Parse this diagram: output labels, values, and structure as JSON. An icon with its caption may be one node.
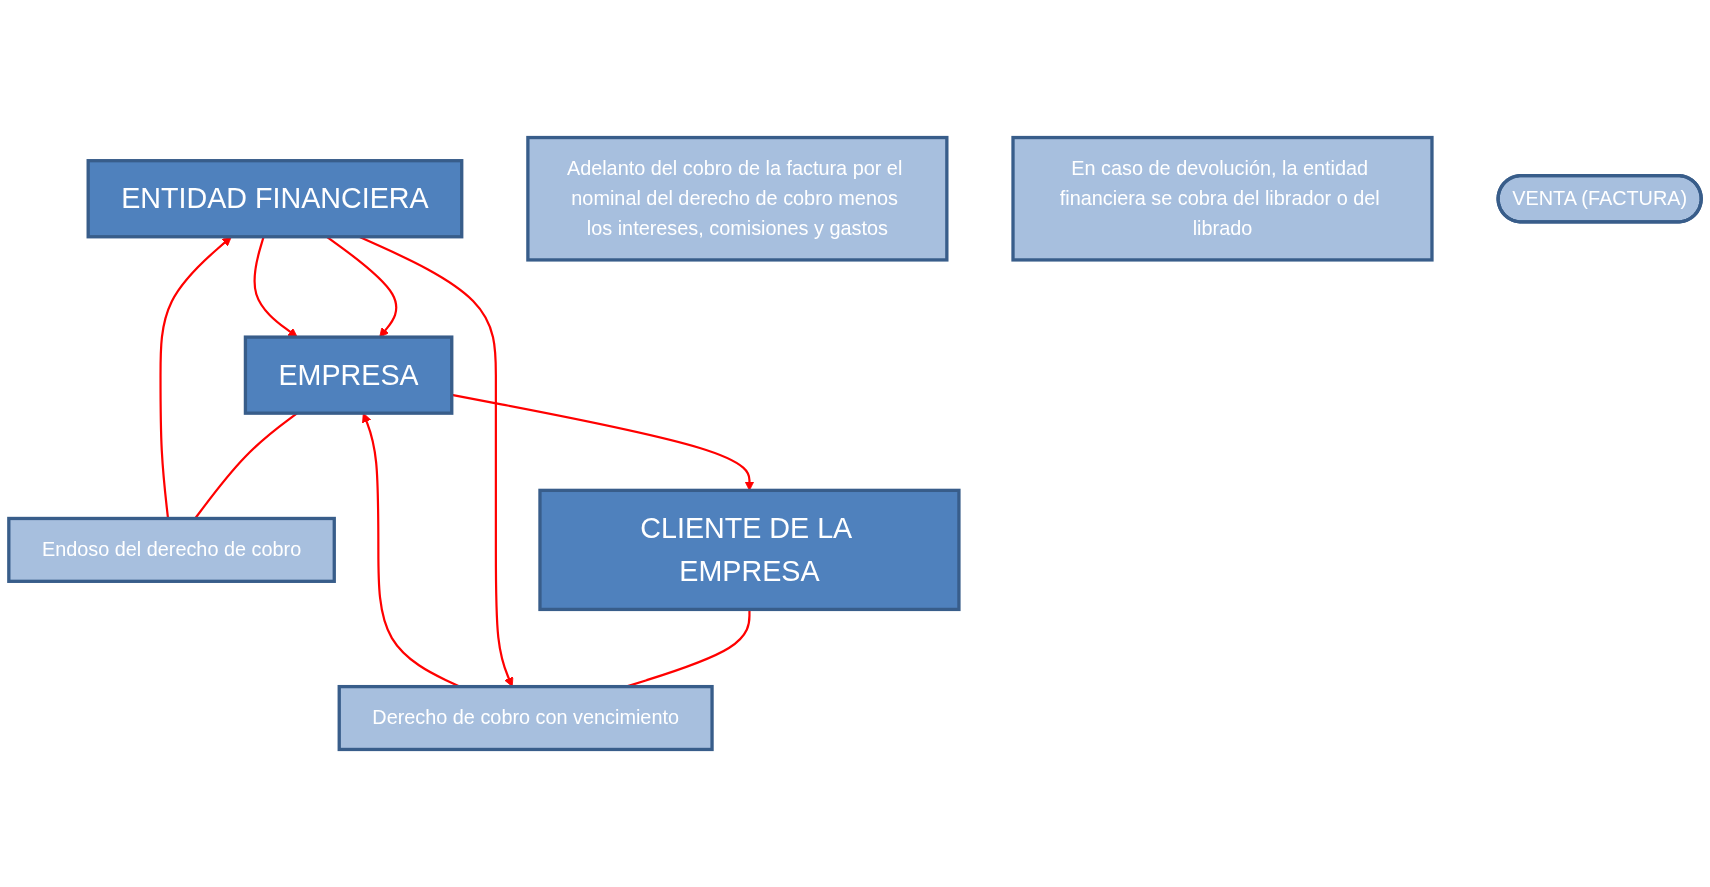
{
  "diagram": {
    "nodes": [
      {
        "text": [
          "ENTIDAD FINANCIERA"
        ]
      },
      {
        "text": [
          "Adelanto del cobro de la factura por el nominal del derecho de cobro menos los intereses, comisiones y gastos"
        ]
      },
      {
        "text": [
          "Endoso del derecho de cobro"
        ]
      },
      {
        "text": [
          "En caso de devolución, la entidad financiera se cobra del librador o del librado"
        ]
      },
      {
        "text": [
          "EMPRESA"
        ]
      },
      {
        "text": [
          "VENTA (FACTURA)"
        ]
      },
      {
        "text": [
          "Derecho de cobro con vencimiento"
        ]
      },
      {
        "text": [
          "CLIENTE DE LA EMPRESA"
        ]
      }
    ],
    "edges": [
      {
        "from": 0,
        "to": 4,
        "arrow": "to"
      },
      {
        "from": 4,
        "to": 2,
        "arrow": "none"
      },
      {
        "from": 2,
        "to": 0,
        "arrow": "to"
      },
      {
        "from": 4,
        "to": 7,
        "arrow": "to"
      },
      {
        "from": 7,
        "to": 6,
        "arrow": "none"
      },
      {
        "from": 6,
        "to": 4,
        "arrow": "to"
      },
      {
        "from": 0,
        "to": 4,
        "arrow": "to"
      },
      {
        "from": 0,
        "to": 6,
        "arrow": "to"
      }
    ]
  }
}
